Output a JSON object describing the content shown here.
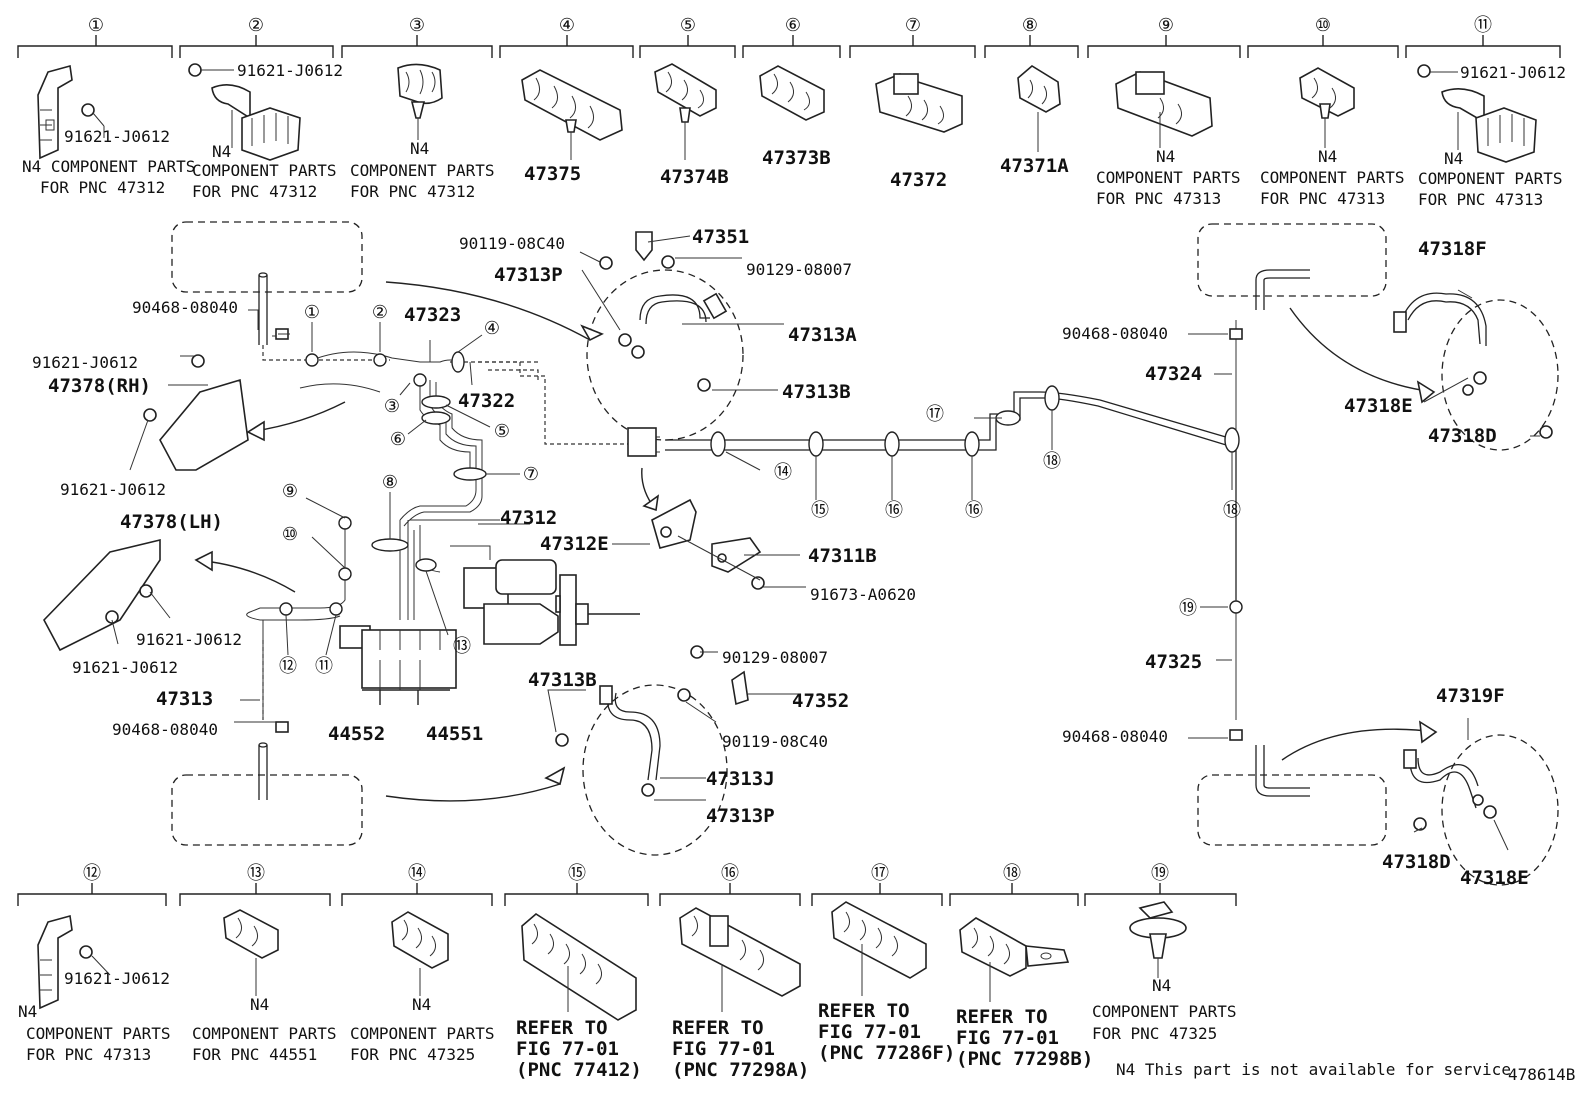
{
  "top_callouts": [
    {
      "num": "①",
      "part": "",
      "extra": "91621-J0612",
      "note1": "N4 COMPONENT PARTS",
      "note2": "FOR PNC 47312"
    },
    {
      "num": "②",
      "part": "",
      "extra": "91621-J0612",
      "n4": "N4",
      "note1": "COMPONENT PARTS",
      "note2": "FOR PNC 47312"
    },
    {
      "num": "③",
      "part": "",
      "n4": "N4",
      "note1": "COMPONENT PARTS",
      "note2": "FOR PNC 47312"
    },
    {
      "num": "④",
      "part": "47375"
    },
    {
      "num": "⑤",
      "part": "47374B"
    },
    {
      "num": "⑥",
      "part": "47373B"
    },
    {
      "num": "⑦",
      "part": "47372"
    },
    {
      "num": "⑧",
      "part": "47371A"
    },
    {
      "num": "⑨",
      "n4": "N4",
      "note1": "COMPONENT PARTS",
      "note2": "FOR PNC 47313"
    },
    {
      "num": "⑩",
      "n4": "N4",
      "note1": "COMPONENT PARTS",
      "note2": "FOR PNC 47313"
    },
    {
      "num": "⑪",
      "extra": "91621-J0612",
      "n4": "N4",
      "note1": "COMPONENT PARTS",
      "note2": "FOR PNC 47313"
    }
  ],
  "bottom_callouts": [
    {
      "num": "⑫",
      "extra": "91621-J0612",
      "n4": "N4",
      "note1": "COMPONENT PARTS",
      "note2": "FOR PNC 47313"
    },
    {
      "num": "⑬",
      "n4": "N4",
      "note1": "COMPONENT PARTS",
      "note2": "FOR PNC 44551"
    },
    {
      "num": "⑭",
      "n4": "N4",
      "note1": "COMPONENT PARTS",
      "note2": "FOR PNC 47325"
    },
    {
      "num": "⑮",
      "r1": "REFER TO",
      "r2": "FIG 77-01",
      "r3": "(PNC 77412)"
    },
    {
      "num": "⑯",
      "r1": "REFER TO",
      "r2": "FIG 77-01",
      "r3": "(PNC 77298A)"
    },
    {
      "num": "⑰",
      "r1": "REFER TO",
      "r2": "FIG 77-01",
      "r3": "(PNC 77286F)"
    },
    {
      "num": "⑱",
      "r1": "REFER TO",
      "r2": "FIG 77-01",
      "r3": "(PNC 77298B)"
    },
    {
      "num": "⑲",
      "n4": "N4",
      "note1": "COMPONENT PARTS",
      "note2": "FOR PNC 47325"
    }
  ],
  "labels": {
    "p90119a": "90119-08C40",
    "p47351": "47351",
    "p90129a": "90129-08007",
    "p47313P": "47313P",
    "p47313A": "47313A",
    "p47313B": "47313B",
    "p90468a": "90468-08040",
    "p91621a": "91621-J0612",
    "p47378rh": "47378(RH)",
    "p91621b": "91621-J0612",
    "p47323": "47323",
    "p47322": "47322",
    "p47312": "47312",
    "p47378lh": "47378(LH)",
    "p91621c": "91621-J0612",
    "p91621d": "91621-J0612",
    "p47313": "47313",
    "p90468b": "90468-08040",
    "p44552": "44552",
    "p44551": "44551",
    "p47312E": "47312E",
    "p47311B": "47311B",
    "p91673": "91673-A0620",
    "p90129b": "90129-08007",
    "p47352": "47352",
    "p90119b": "90119-08C40",
    "p47313B2": "47313B",
    "p47313J": "47313J",
    "p47313P2": "47313P",
    "p47318F": "47318F",
    "p90468c": "90468-08040",
    "p47324": "47324",
    "p47318E": "47318E",
    "p47318D": "47318D",
    "p47325": "47325",
    "p90468d": "90468-08040",
    "p47319F": "47319F",
    "p47318D2": "47318D",
    "p47318E2": "47318E"
  },
  "diagram_circles": {
    "c1": "①",
    "c2": "②",
    "c3": "③",
    "c4": "④",
    "c5": "⑤",
    "c6": "⑥",
    "c7": "⑦",
    "c8": "⑧",
    "c9": "⑨",
    "c10": "⑩",
    "c11": "⑪",
    "c12": "⑫",
    "c13": "⑬",
    "c14": "⑭",
    "c15": "⑮",
    "c16a": "⑯",
    "c16b": "⑯",
    "c17": "⑰",
    "c18a": "⑱",
    "c18b": "⑱",
    "c19": "⑲"
  },
  "footer": {
    "note": "N4 This part is not available for service",
    "code": "478614B"
  }
}
